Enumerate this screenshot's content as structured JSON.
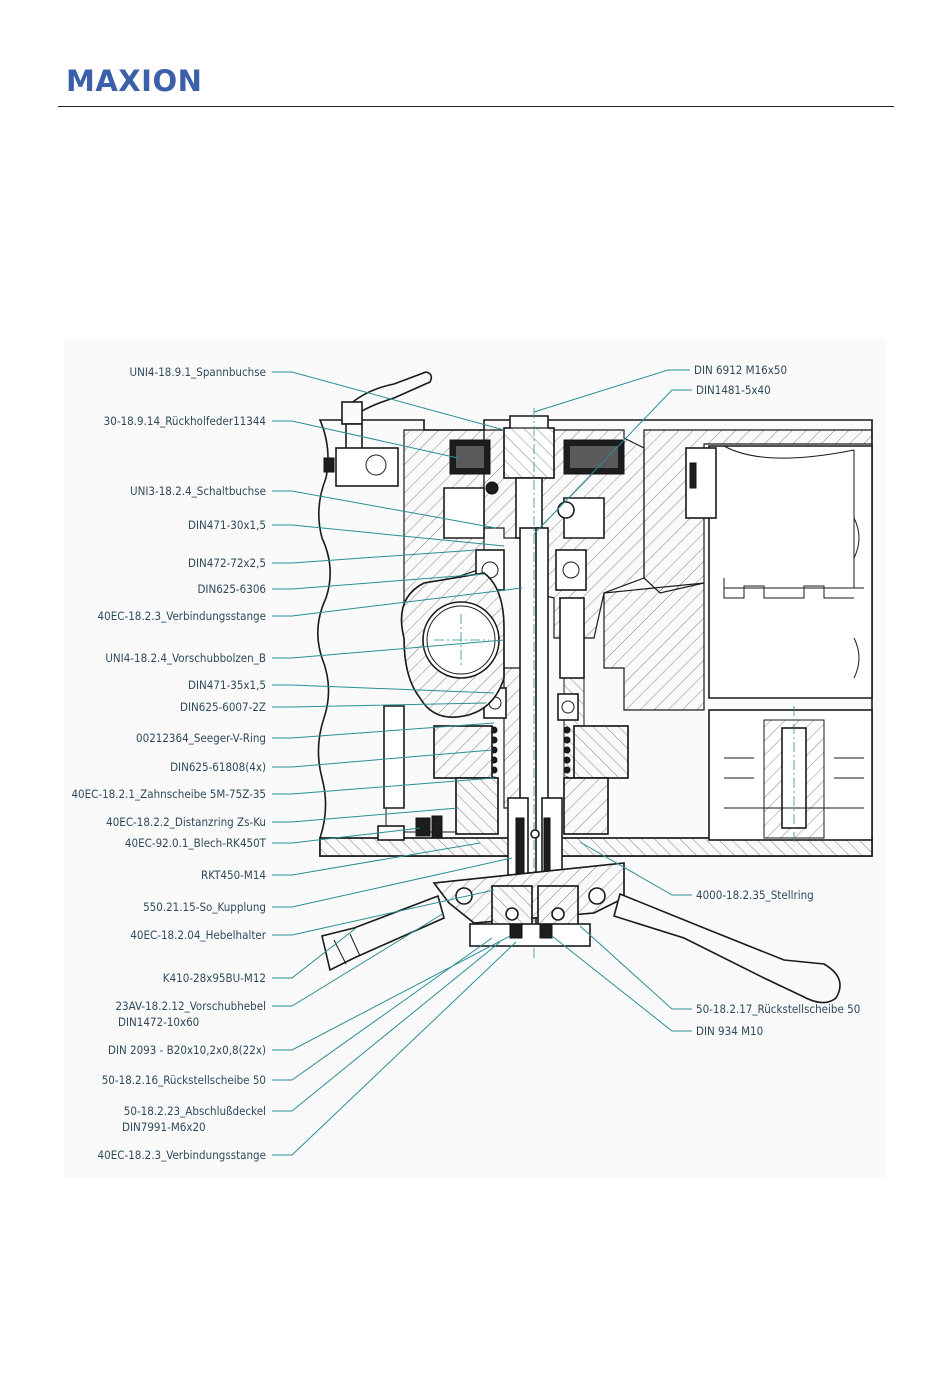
{
  "header": {
    "logo_text": "MAXION",
    "logo_color": "#3b5fa9"
  },
  "drawing": {
    "leader_color": "#2a8f96",
    "labels_left": [
      "UNI4-18.9.1_Spannbuchse",
      "30-18.9.14_Rückholfeder11344",
      "UNI3-18.2.4_Schaltbuchse",
      "DIN471-30x1,5",
      "DIN472-72x2,5",
      "DIN625-6306",
      "40EC-18.2.3_Verbindungsstange",
      "UNI4-18.2.4_Vorschubbolzen_B",
      "DIN471-35x1,5",
      "DIN625-6007-2Z",
      "00212364_Seeger-V-Ring",
      "DIN625-61808(4x)",
      "40EC-18.2.1_Zahnscheibe 5M-75Z-35",
      "40EC-18.2.2_Distanzring Zs-Ku",
      "40EC-92.0.1_Blech-RK450T",
      "RKT450-M14",
      "550.21.15-So_Kupplung",
      "40EC-18.2.04_Hebelhalter",
      "K410-28x95BU-M12",
      "23AV-18.2.12_Vorschubhebel",
      "DIN1472-10x60",
      "DIN 2093 - B20x10,2x0,8(22x)",
      "50-18.2.16_Rückstellscheibe 50",
      "50-18.2.23_Abschlußdeckel",
      "DIN7991-M6x20",
      "40EC-18.2.3_Verbindungsstange"
    ],
    "labels_right": [
      "DIN 6912 M16x50",
      "DIN1481-5x40",
      "4000-18.2.35_Stellring",
      "50-18.2.17_Rückstellscheibe 50",
      "DIN 934 M10"
    ]
  }
}
